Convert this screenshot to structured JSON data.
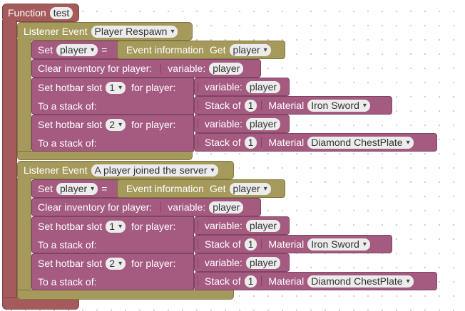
{
  "function_block": {
    "label": "Function",
    "name": "test"
  },
  "listeners": [
    {
      "label": "Listener Event",
      "event": "Player Respawn",
      "set_block": {
        "label": "Set",
        "variable": "player",
        "equals": "=",
        "source_label": "Event information",
        "get_label": "Get",
        "get_value": "player"
      },
      "clear_inventory": {
        "label": "Clear inventory for player:",
        "var_label": "variable:",
        "var_value": "player"
      },
      "hotbar": [
        {
          "label": "Set hotbar slot",
          "slot": "1",
          "for_label": "for player:",
          "var_label": "variable:",
          "var_value": "player",
          "stack_label": "To a stack of:",
          "stack_of_label": "Stack of",
          "count": "1",
          "material_label": "Material",
          "material": "Iron Sword"
        },
        {
          "label": "Set hotbar slot",
          "slot": "2",
          "for_label": "for player:",
          "var_label": "variable:",
          "var_value": "player",
          "stack_label": "To a stack of:",
          "stack_of_label": "Stack of",
          "count": "1",
          "material_label": "Material",
          "material": "Diamond ChestPlate"
        }
      ]
    },
    {
      "label": "Listener Event",
      "event": "A player joined the server",
      "set_block": {
        "label": "Set",
        "variable": "player",
        "equals": "=",
        "source_label": "Event information",
        "get_label": "Get",
        "get_value": "player"
      },
      "clear_inventory": {
        "label": "Clear inventory for player:",
        "var_label": "variable:",
        "var_value": "player"
      },
      "hotbar": [
        {
          "label": "Set hotbar slot",
          "slot": "1",
          "for_label": "for player:",
          "var_label": "variable:",
          "var_value": "player",
          "stack_label": "To a stack of:",
          "stack_of_label": "Stack of",
          "count": "1",
          "material_label": "Material",
          "material": "Iron Sword"
        },
        {
          "label": "Set hotbar slot",
          "slot": "2",
          "for_label": "for player:",
          "var_label": "variable:",
          "var_value": "player",
          "stack_label": "To a stack of:",
          "stack_of_label": "Stack of",
          "count": "1",
          "material_label": "Material",
          "material": "Diamond ChestPlate"
        }
      ]
    }
  ],
  "colors": {
    "function": "#a55b5b",
    "event": "#a59a5b",
    "action": "#a55b80",
    "field": "#ececec"
  }
}
